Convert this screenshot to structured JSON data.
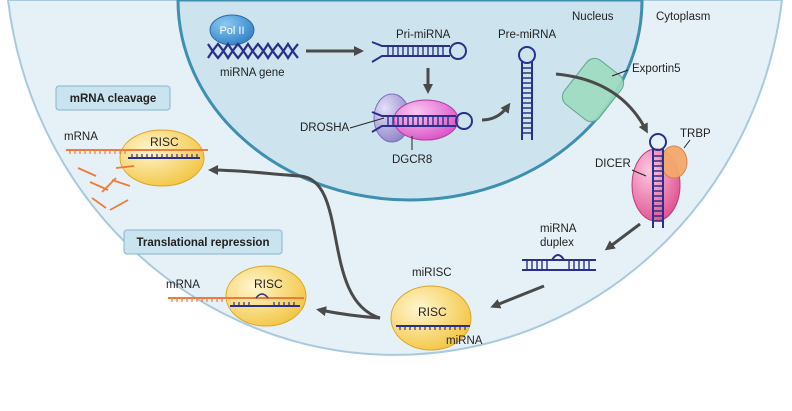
{
  "labels": {
    "nucleus": "Nucleus",
    "cytoplasm": "Cytoplasm",
    "pol_ii": "Pol II",
    "mirna_gene": "miRNA gene",
    "pri_mirna": "Pri-miRNA",
    "pre_mirna": "Pre-miRNA",
    "exportin5": "Exportin5",
    "drosha": "DROSHA",
    "dgcr8": "DGCR8",
    "dicer": "DICER",
    "trbp": "TRBP",
    "mirna_duplex_line1": "miRNA",
    "mirna_duplex_line2": "duplex",
    "mirisc": "miRISC",
    "risc": "RISC",
    "mirna": "miRNA",
    "mrna": "mRNA",
    "mrna_cleavage": "mRNA cleavage",
    "translational_repression": "Translational repression"
  },
  "colors": {
    "cytoplasm_fill": "#e6f1f7",
    "cell_border": "#a9c9dc",
    "nucleus_fill": "#cde4ef",
    "nucleus_border": "#3f8fb0",
    "rna_blue": "#2b2f8c",
    "mrna_orange": "#f07a3c",
    "risc_yellow": "#f6d36a",
    "drosha_purple": "#a79fd4",
    "dgcr8_pink": "#e56bd0",
    "exportin_green": "#8fd3b8",
    "dicer_pink": "#e85b9a",
    "trbp_orange": "#f29a57",
    "pol_blue": "#3f95d8",
    "arrow_gray": "#4a4a4a",
    "box_fill": "#c9e3ef"
  }
}
